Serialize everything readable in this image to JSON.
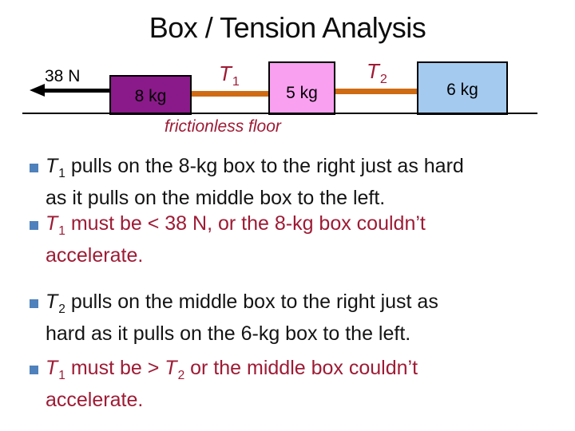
{
  "slide": {
    "title": "Box / Tension Analysis"
  },
  "colors": {
    "text_black": "#141414",
    "dark_red": "#9E1B35",
    "bullet_blue": "#4F81BD",
    "box_8kg_fill": "#8A1A89",
    "box_5kg_fill": "#F9A0F0",
    "box_6kg_fill": "#A4CAEF",
    "rope_orange": "#CF6B13",
    "line_black": "#000000"
  },
  "diagram": {
    "force_label": "38 N",
    "floor_label": "frictionless floor",
    "boxes": [
      {
        "name": "left-box",
        "label": "8 kg"
      },
      {
        "name": "middle-box",
        "label": "5 kg"
      },
      {
        "name": "right-box",
        "label": "6 kg"
      }
    ],
    "tensions": [
      {
        "segments": [
          {
            "t": "T",
            "v": 1
          },
          {
            "t": "1",
            "s": 1
          }
        ]
      },
      {
        "segments": [
          {
            "t": "T",
            "v": 1
          },
          {
            "t": "2",
            "s": 1
          }
        ]
      }
    ]
  },
  "bullets": [
    {
      "tone": "black",
      "segments": [
        {
          "t": "T",
          "v": 1
        },
        {
          "t": "1",
          "s": 1
        },
        {
          "t": " pulls on the 8-kg box to the right just as hard"
        },
        {
          "br": 1
        },
        {
          "t": "as it pulls on the middle box to the left."
        }
      ]
    },
    {
      "tone": "dark_red",
      "segments": [
        {
          "t": "T",
          "v": 1
        },
        {
          "t": "1",
          "s": 1
        },
        {
          "t": " must be < 38 N, or the 8-kg box couldn’t"
        },
        {
          "br": 1
        },
        {
          "t": "accelerate."
        }
      ]
    },
    {
      "tone": "black",
      "segments": [
        {
          "t": "T",
          "v": 1
        },
        {
          "t": "2",
          "s": 1
        },
        {
          "t": " pulls on the middle box to the right just as"
        },
        {
          "br": 1
        },
        {
          "t": "hard as it pulls on the 6-kg box to the left."
        }
      ]
    },
    {
      "tone": "dark_red",
      "segments": [
        {
          "t": "T",
          "v": 1
        },
        {
          "t": "1",
          "s": 1
        },
        {
          "t": " must be > "
        },
        {
          "t": "T",
          "v": 1
        },
        {
          "t": "2",
          "s": 1
        },
        {
          "t": " or the middle box couldn’t"
        },
        {
          "br": 1
        },
        {
          "t": "accelerate."
        }
      ]
    }
  ]
}
